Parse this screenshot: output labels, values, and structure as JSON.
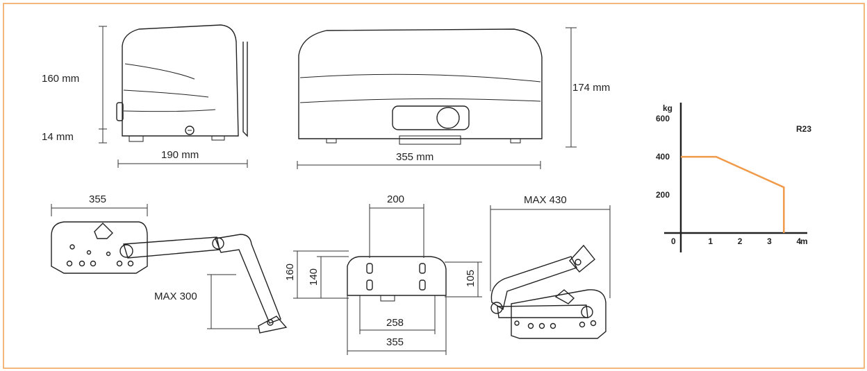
{
  "dimensions": {
    "side_height": "160 mm",
    "side_base": "14 mm",
    "side_width": "190 mm",
    "front_height": "174 mm",
    "front_width": "355 mm",
    "plan_width": "355",
    "plan_max_reach": "MAX 300",
    "end_top_width": "200",
    "end_height_outer": "160",
    "end_height_inner": "140",
    "end_height_right": "105",
    "end_base_inner": "258",
    "end_base_outer": "355",
    "plan2_max_width": "MAX 430"
  },
  "colors": {
    "border": "#f0a050",
    "line": "#222222",
    "curve": "#f09a4a"
  },
  "chart_data": {
    "type": "line",
    "title": "R23",
    "xlabel": "m",
    "ylabel": "kg",
    "x_ticks": [
      "0",
      "1",
      "2",
      "3",
      "4"
    ],
    "y_ticks": [
      "200",
      "400",
      "600"
    ],
    "xlim": [
      0,
      4.2
    ],
    "ylim": [
      0,
      750
    ],
    "series": [
      {
        "x": [
          0,
          1.2,
          3.5,
          3.5
        ],
        "y": [
          400,
          400,
          240,
          0
        ]
      }
    ]
  }
}
